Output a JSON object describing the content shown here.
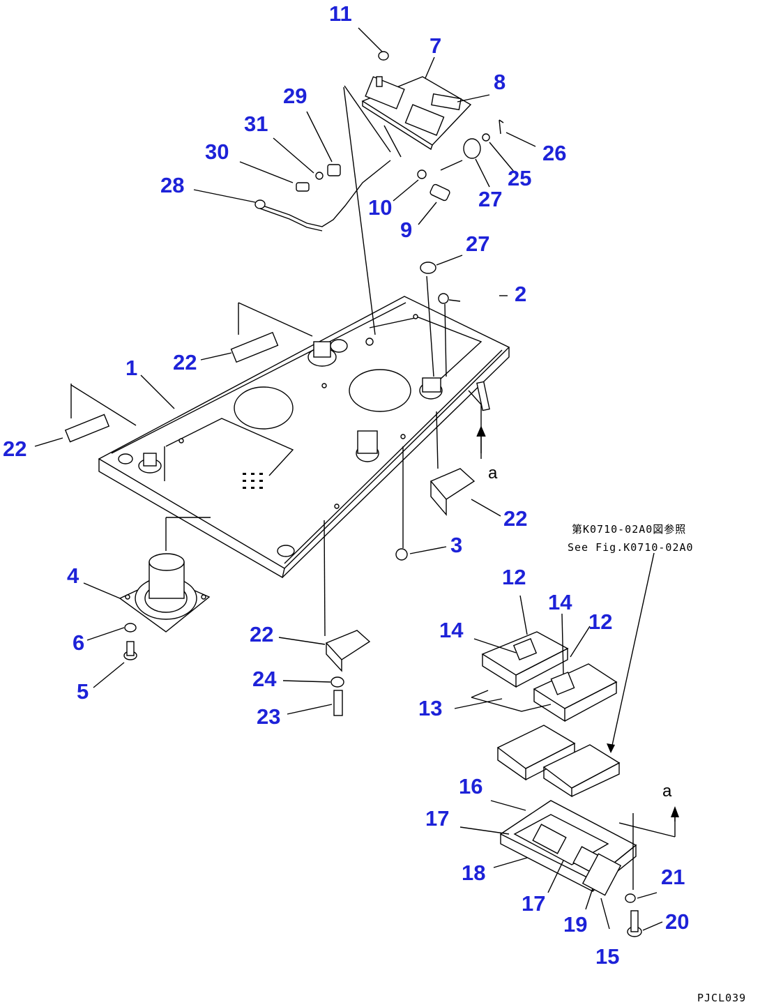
{
  "labels": {
    "p1": "1",
    "p2": "2",
    "p3": "3",
    "p4": "4",
    "p5": "5",
    "p6": "6",
    "p7": "7",
    "p8": "8",
    "p9": "9",
    "p10": "10",
    "p11": "11",
    "p12a": "12",
    "p12b": "12",
    "p13": "13",
    "p14a": "14",
    "p14b": "14",
    "p15": "15",
    "p16": "16",
    "p17a": "17",
    "p17b": "17",
    "p18": "18",
    "p19": "19",
    "p20": "20",
    "p21": "21",
    "p22a": "22",
    "p22b": "22",
    "p22c": "22",
    "p22d": "22",
    "p23": "23",
    "p24": "24",
    "p25": "25",
    "p26": "26",
    "p27a": "27",
    "p27b": "27",
    "p28": "28",
    "p29": "29",
    "p30": "30",
    "p31": "31"
  },
  "view_markers": {
    "a_upper": "a",
    "a_lower": "a"
  },
  "reference_note": {
    "line1": "第K0710-02A0図参照",
    "line2": "See Fig.K0710-02A0"
  },
  "drawing_code": "PJCL039",
  "colors": {
    "callout": "#1d22d8",
    "linework": "#000000"
  }
}
